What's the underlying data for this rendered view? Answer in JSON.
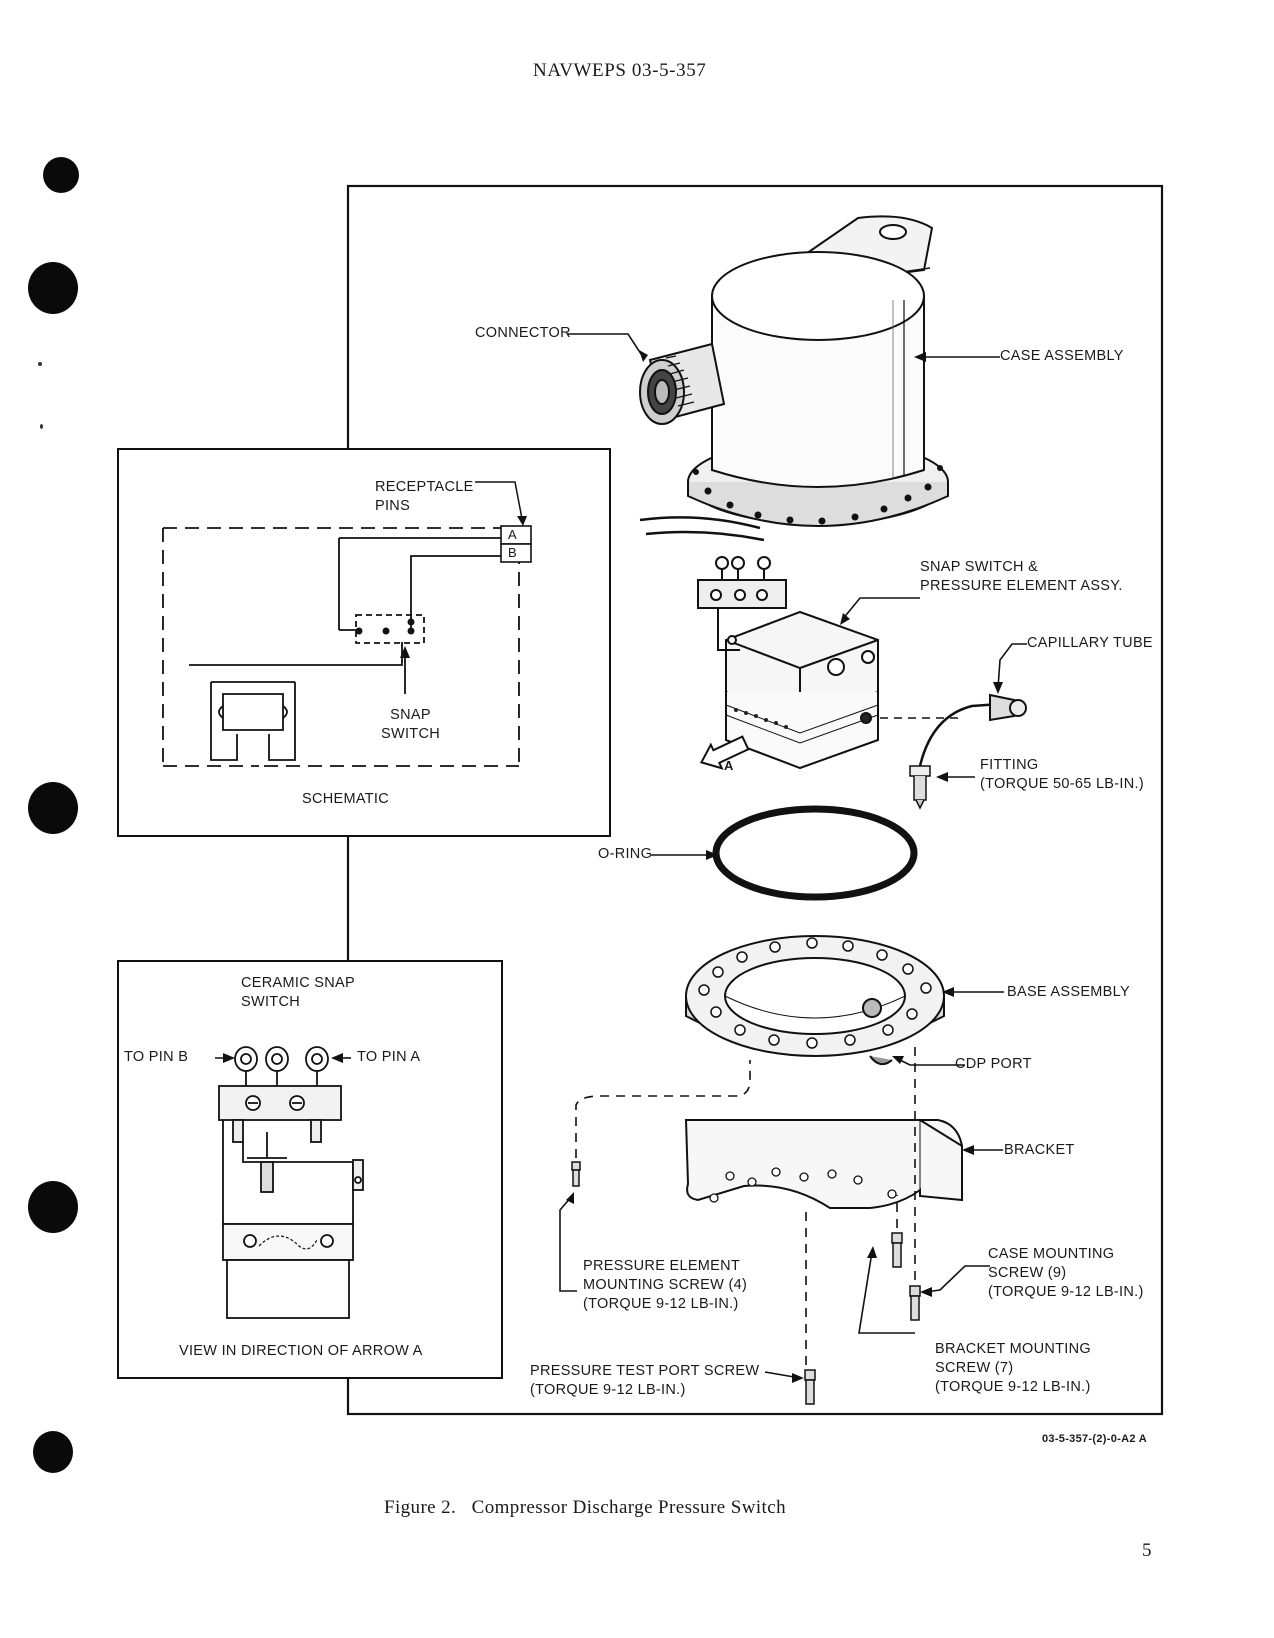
{
  "header": {
    "doc_number": "NAVWEPS 03-5-357"
  },
  "schematic": {
    "receptacle_pins": "RECEPTACLE\nPINS",
    "pin_a": "A",
    "pin_b": "B",
    "snap_switch": "SNAP\nSWITCH",
    "title": "SCHEMATIC"
  },
  "view_a": {
    "ceramic_snap_switch": "CERAMIC SNAP\nSWITCH",
    "to_pin_b": "TO PIN B",
    "to_pin_a": "TO PIN A",
    "title": "VIEW IN DIRECTION OF ARROW A"
  },
  "callouts": {
    "connector": "CONNECTOR",
    "case_assembly": "CASE ASSEMBLY",
    "snap_switch_assy": "SNAP SWITCH &\nPRESSURE ELEMENT ASSY.",
    "capillary_tube": "CAPILLARY TUBE",
    "fitting": "FITTING\n(TORQUE 50-65 LB-IN.)",
    "arrow_a": "A",
    "o_ring": "O-RING",
    "base_assembly": "BASE ASSEMBLY",
    "cdp_port": "CDP PORT",
    "bracket": "BRACKET",
    "pressure_element_screw": "PRESSURE ELEMENT\nMOUNTING SCREW (4)\n(TORQUE 9-12 LB-IN.)",
    "case_mounting_screw": "CASE MOUNTING\nSCREW (9)\n(TORQUE 9-12 LB-IN.)",
    "bracket_mounting_screw": "BRACKET MOUNTING\nSCREW (7)\n(TORQUE 9-12 LB-IN.)",
    "pressure_test_port_screw": "PRESSURE TEST PORT SCREW\n(TORQUE 9-12 LB-IN.)"
  },
  "figure": {
    "code": "03-5-357-(2)-0-A2 A",
    "caption": "Figure 2.   Compressor Discharge Pressure Switch"
  },
  "page_number": "5"
}
